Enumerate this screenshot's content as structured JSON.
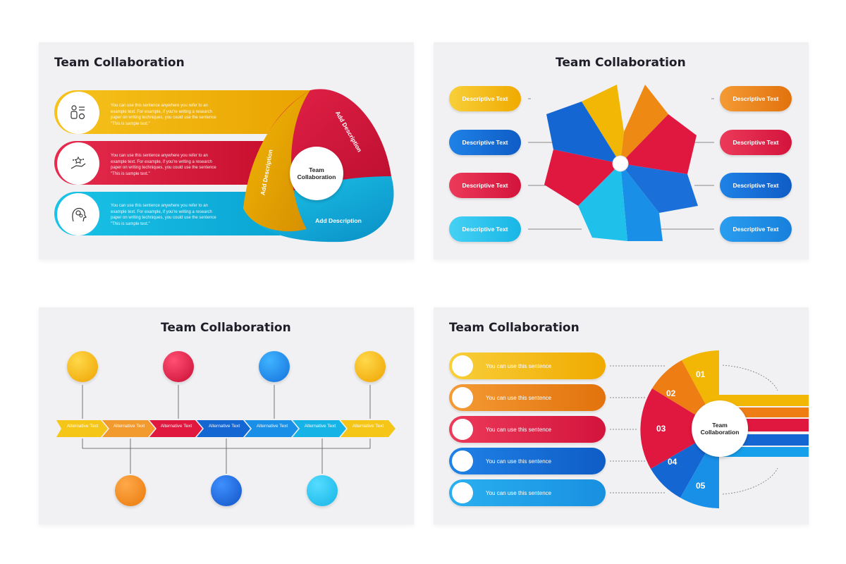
{
  "colors": {
    "yellow": "#f2b705",
    "orange": "#ee7d14",
    "red": "#e0173f",
    "blue": "#1466d2",
    "cyan": "#16b4e6"
  },
  "slide1": {
    "title": "Team Collaboration",
    "center": "Team\nCollaboration",
    "rows": [
      {
        "text": "You can use this sentence anywhere you refer to an example text. For example, if you're writing a research paper on writing techniques, you could use the sentence \"This is sample text.\"",
        "icon": "team-icon"
      },
      {
        "text": "You can use this sentence anywhere you refer to an example text. For example, if you're writing a research paper on writing techniques, you could use the sentence \"This is sample text.\"",
        "icon": "hand-stars-icon"
      },
      {
        "text": "You can use this sentence anywhere you refer to an example text. For example, if you're writing a research paper on writing techniques, you could use the sentence \"This is sample text.\"",
        "icon": "head-gears-icon"
      }
    ],
    "labels": [
      "Add Description",
      "Add Description",
      "Add Description"
    ]
  },
  "slide2": {
    "title": "Team Collaboration",
    "left": [
      "Descriptive Text",
      "Descriptive Text",
      "Descriptive Text",
      "Descriptive Text"
    ],
    "right": [
      "Descriptive Text",
      "Descriptive Text",
      "Descriptive Text",
      "Descriptive Text"
    ]
  },
  "slide3": {
    "title": "Team Collaboration",
    "arrows": [
      "Alternative Text",
      "Alternative Text",
      "Alternative Text",
      "Alternative Text",
      "Alternative Text",
      "Alternative Text",
      "Alternative Text"
    ]
  },
  "slide4": {
    "title": "Team Collaboration",
    "center": "Team\nCollaboration",
    "rows": [
      "You can use this sentence",
      "You can use this sentence",
      "You can use this sentence",
      "You can use this sentence",
      "You can use this sentence"
    ],
    "numbers": [
      "01",
      "02",
      "03",
      "04",
      "05"
    ]
  }
}
